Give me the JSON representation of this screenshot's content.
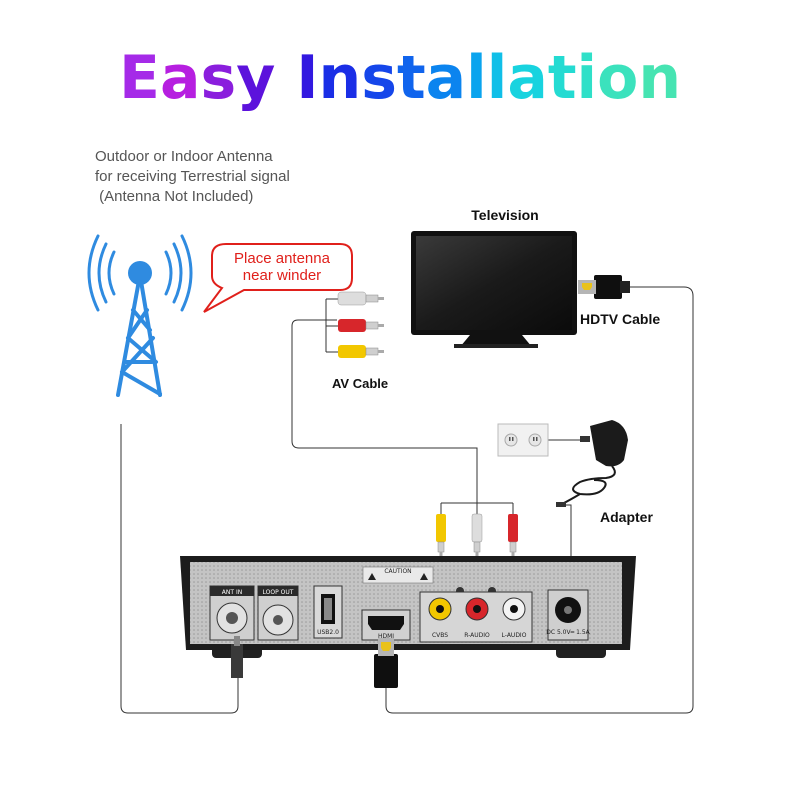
{
  "title": {
    "text": "Easy Installation",
    "colors": [
      "#a52ae8",
      "#b61fe0",
      "#8a1edd",
      "#5c12dc",
      "#3218e0",
      "#1a2ee6",
      "#1546ea",
      "#1064ed",
      "#0b84ef",
      "#0aa4ee",
      "#10bfe8",
      "#18d3df",
      "#24dbd2",
      "#2fe0c8",
      "#3be2bd",
      "#46e4b2",
      "#52e5a8"
    ]
  },
  "antenna": {
    "description": "Outdoor or Indoor Antenna\nfor receiving Terrestrial signal\n (Antenna Not Included)",
    "callout": "Place antenna\nnear winder",
    "callout_color": "#e0201b",
    "tower_color": "#2f8be0"
  },
  "television": {
    "label": "Television"
  },
  "cables": {
    "hdtv": "HDTV Cable",
    "av": "AV Cable",
    "av_plug_colors": [
      "#dddddd",
      "#d7262b",
      "#f2c700"
    ]
  },
  "power": {
    "adapter": "Adapter"
  },
  "receiver": {
    "ports": {
      "ant_in": "ANT IN",
      "loop_out": "LOOP OUT",
      "usb": "USB2.0",
      "hdmi": "HDMI",
      "cvbs": "CVBS",
      "r_audio": "R-AUDIO",
      "l_audio": "L-AUDIO",
      "dc": "DC 5.0V═ 1.5A",
      "caution": "CAUTION"
    }
  }
}
